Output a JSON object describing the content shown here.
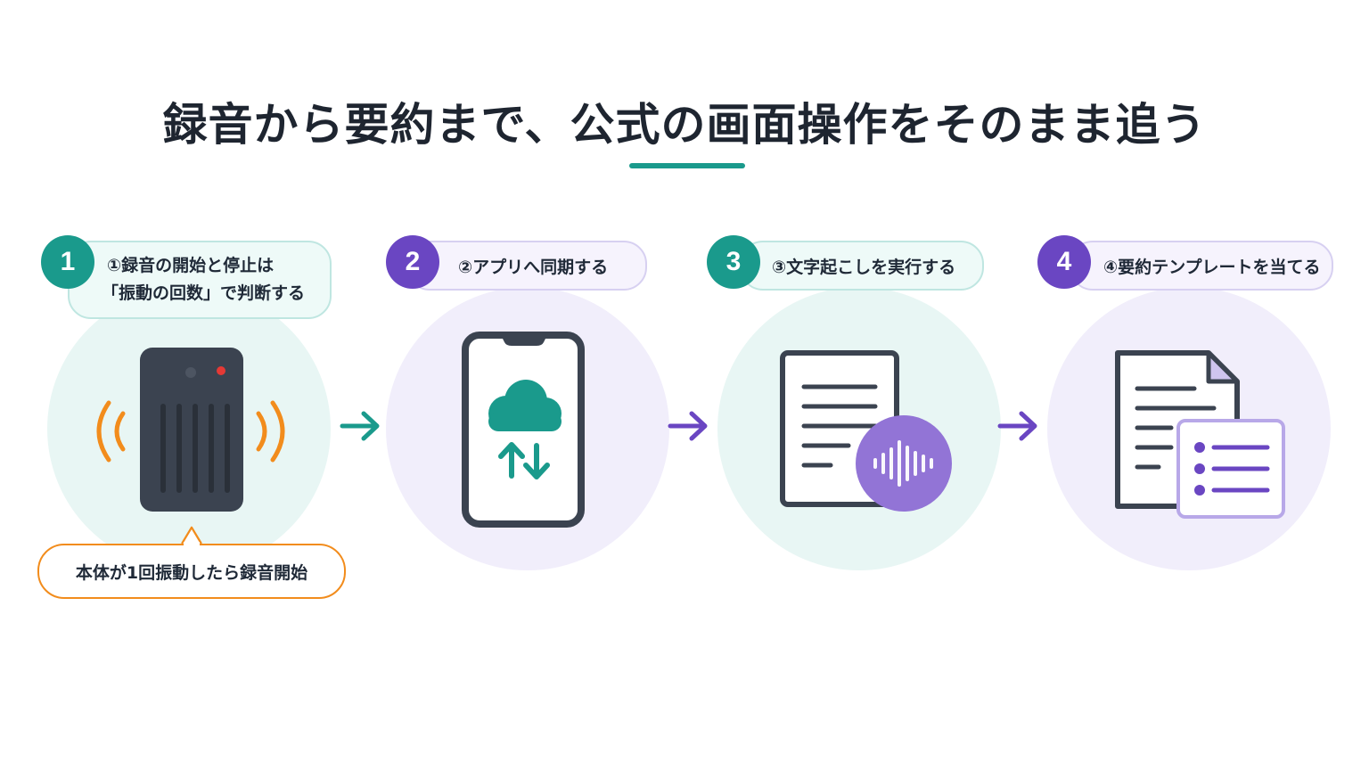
{
  "title": "録音から要約まで、公式の画面操作をそのまま追う",
  "colors": {
    "teal": "#1a9a8c",
    "purple": "#6a46c2",
    "orange": "#f28c1c",
    "dark": "#3b4350"
  },
  "steps": [
    {
      "number": "1",
      "label_line1": "①録音の開始と停止は",
      "label_line2": "「振動の回数」で判断する",
      "icon": "recorder-device-icon",
      "accent": "teal"
    },
    {
      "number": "2",
      "label": "②アプリへ同期する",
      "icon": "smartphone-cloud-sync-icon",
      "accent": "purple"
    },
    {
      "number": "3",
      "label": "③文字起こしを実行する",
      "icon": "document-audio-icon",
      "accent": "teal"
    },
    {
      "number": "4",
      "label": "④要約テンプレートを当てる",
      "icon": "document-template-icon",
      "accent": "purple"
    }
  ],
  "callout": "本体が1回振動したら録音開始"
}
